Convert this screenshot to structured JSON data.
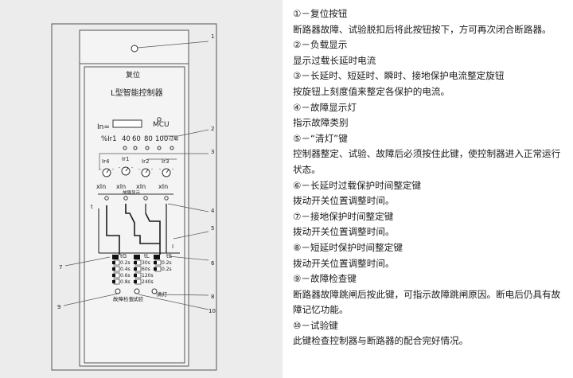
{
  "device": {
    "reset_label": "复位",
    "controller_title": "L型智能控制器",
    "in_label": "In=",
    "mcu_label": "MCU",
    "ir_percent_label": "%Ir1",
    "ir_percent_values": [
      "40",
      "60",
      "80",
      "100"
    ],
    "overload_label": "过载",
    "knob_labels": [
      "Ir4",
      "Ir1",
      "Ir2",
      "Ir3"
    ],
    "xin_labels": [
      "xIn",
      "xIn",
      "xIn",
      "xIn"
    ],
    "fault_display_label": "故障显示",
    "time_axis_label": "t",
    "current_axis_label": "I",
    "switch_group_labels": [
      "tG",
      "tL",
      "tS"
    ],
    "tG_options": [
      "0.2s",
      "0.4s",
      "0.6s",
      "0.8s"
    ],
    "tL_options": [
      "30s",
      "60s",
      "120s",
      "240s"
    ],
    "tS_options": [
      "0.2s",
      "0.2s"
    ],
    "button_labels": [
      "故障检查",
      "试验",
      "清灯"
    ]
  },
  "callouts": [
    "1",
    "2",
    "3",
    "4",
    "5",
    "6",
    "7",
    "8",
    "9",
    "10"
  ],
  "legend": [
    "①－复位按钮",
    "断路器故障、试验脱扣后将此按钮按下，方可再次闭合断路器。",
    "②－负载显示",
    "显示过载长延时电流",
    "③－长延时、短延时、瞬时、接地保护电流整定旋钮",
    "按旋钮上刻度值来整定各保护的电流。",
    "④－故障显示灯",
    "指示故障类别",
    "⑤－“清灯”键",
    "控制器整定、试验、故障后必须按住此键，使控制器进入正常运行状态。",
    "⑥－长延时过载保护时间整定键",
    "拨动开关位置调整时间。",
    "⑦－接地保护时间整定键",
    "拨动开关位置调整时间。",
    "⑧－短延时保护时间整定键",
    "拨动开关位置调整时间。",
    "⑨－故障检查键",
    "断路器故障跳闸后按此键，可指示故障跳闸原因。断电后仍具有故障记忆功能。",
    "⑩－试验键",
    "此键检查控制器与断路器的配合完好情况。"
  ]
}
